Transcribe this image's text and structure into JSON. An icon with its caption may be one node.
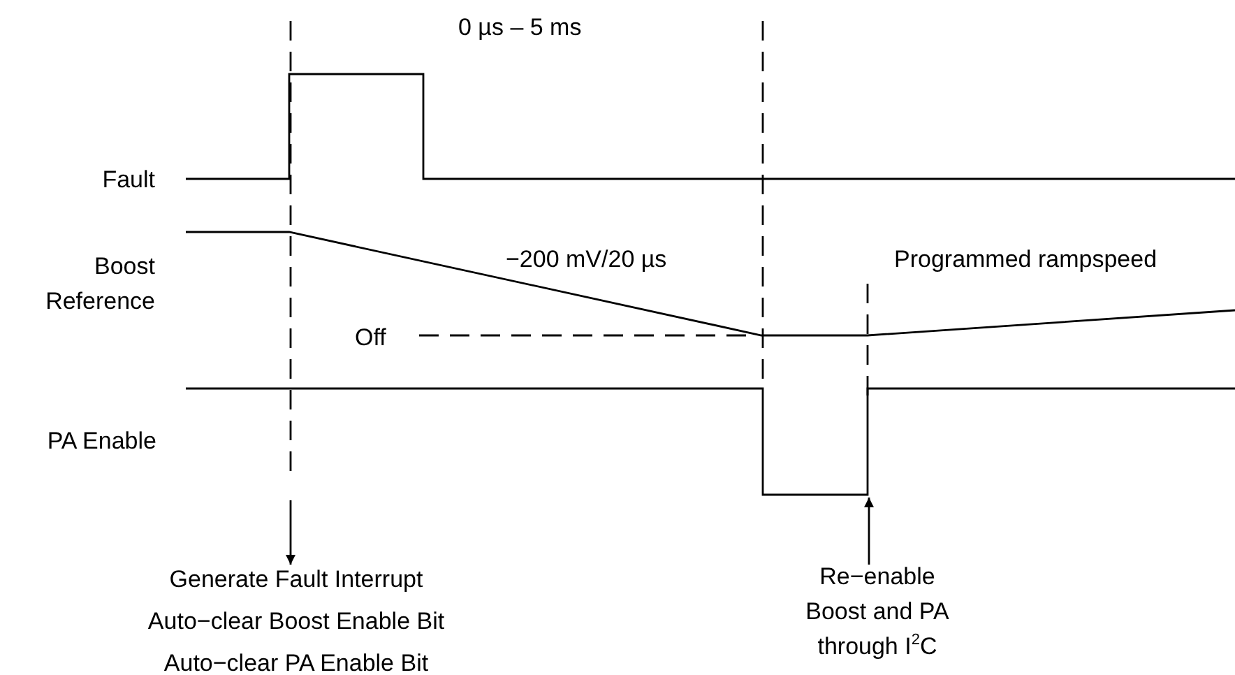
{
  "diagram": {
    "nodes": [
      {
        "text": [
          "Generate Fault Interrupt",
          "Auto−clear Boost Enable Bit",
          "Auto−clear PA Enable Bit"
        ]
      },
      {
        "text": [
          "Re−enable Boost and PA through I$^{2}$C"
        ]
      }
    ],
    "edges": [
      {
        "from": null,
        "to": 0,
        "arrow": "to"
      },
      {
        "from": 1,
        "to": null,
        "arrow": "to"
      }
    ],
    "labels": [
      "0 µs – 5 ms",
      "Fault",
      "Boost Reference",
      "−200 mV/20 µs",
      "Programmed rampspeed",
      "Off",
      "PA Enable"
    ]
  }
}
